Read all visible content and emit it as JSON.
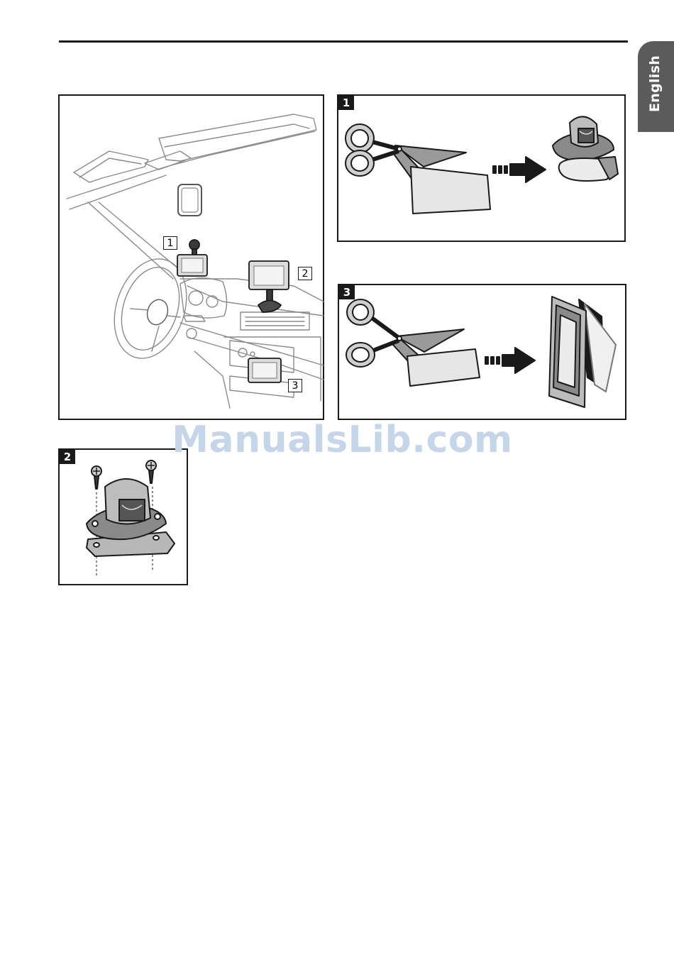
{
  "header": {
    "language_tab": "English"
  },
  "callouts": {
    "one": "1",
    "two": "2",
    "three": "3"
  },
  "panels": {
    "step1": {
      "badge": "1"
    },
    "step2": {
      "badge": "2"
    },
    "step3": {
      "badge": "3"
    }
  },
  "watermark": {
    "text": "ManualsLib.com"
  },
  "colors": {
    "ink": "#1a1a1a",
    "tab": "#5b5b5b",
    "tape": "#e2e2e2",
    "mount": "#9a9a9a",
    "watermark": "#c5d5ea"
  }
}
